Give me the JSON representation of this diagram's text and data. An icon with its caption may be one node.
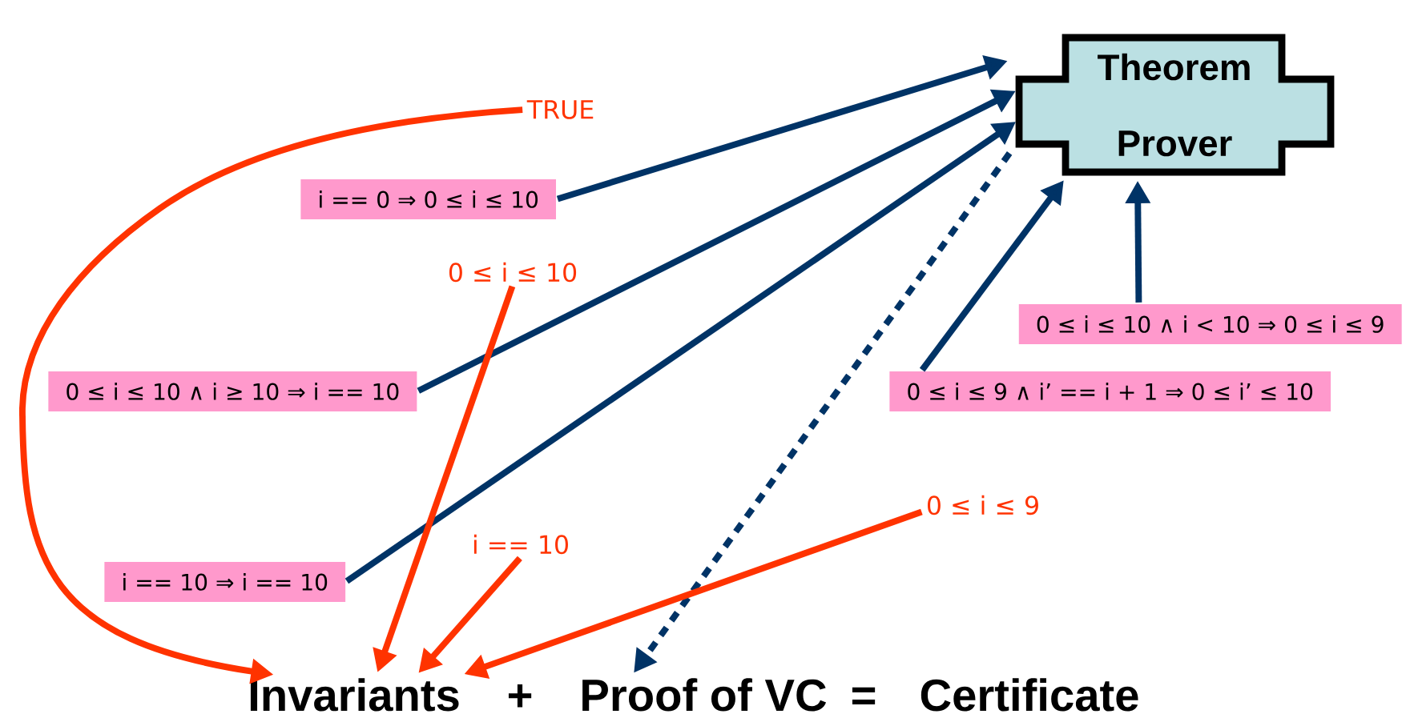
{
  "diagram": {
    "nodes": [
      {
        "text": [
          "Theorem Prover"
        ]
      },
      {
        "text": [
          "TRUE"
        ]
      },
      {
        "text": [
          "i == 0 ⇒ 0 ≤ i ≤ 10"
        ]
      },
      {
        "text": [
          "0 ≤ i ≤ 10"
        ]
      },
      {
        "text": [
          "0 ≤ i ≤ 10 ∧ i < 10 ⇒ 0 ≤ i ≤ 9"
        ]
      },
      {
        "text": [
          "0 ≤ i ≤ 10 ∧ i ≥ 10 ⇒ i == 10"
        ]
      },
      {
        "text": [
          "0 ≤ i ≤ 9 ∧ i’ == i + 1 ⇒ 0 ≤ i’ ≤ 10"
        ]
      },
      {
        "text": [
          "0 ≤ i ≤ 9"
        ]
      },
      {
        "text": [
          "i == 10"
        ]
      },
      {
        "text": [
          "i == 10 ⇒ i == 10"
        ]
      },
      {
        "text": [
          "Invariants"
        ]
      },
      {
        "text": [
          "Proof of VC"
        ]
      }
    ],
    "edges": [
      {
        "from": 2,
        "to": 0,
        "arrow": "to"
      },
      {
        "from": 5,
        "to": 0,
        "arrow": "to"
      },
      {
        "from": 9,
        "to": 0,
        "arrow": "to"
      },
      {
        "from": 4,
        "to": 0,
        "arrow": "to"
      },
      {
        "from": 6,
        "to": 0,
        "arrow": "to"
      },
      {
        "from": 0,
        "to": 11,
        "arrow": "to",
        "style": "dashed"
      },
      {
        "from": 1,
        "to": 10,
        "arrow": "to",
        "color": "#ff3300"
      },
      {
        "from": 3,
        "to": 10,
        "arrow": "to",
        "color": "#ff3300"
      },
      {
        "from": 7,
        "to": 10,
        "arrow": "to",
        "color": "#ff3300"
      },
      {
        "from": 8,
        "to": 10,
        "arrow": "to",
        "color": "#ff3300"
      }
    ],
    "labels": [
      "+",
      "=",
      "Certificate"
    ]
  }
}
